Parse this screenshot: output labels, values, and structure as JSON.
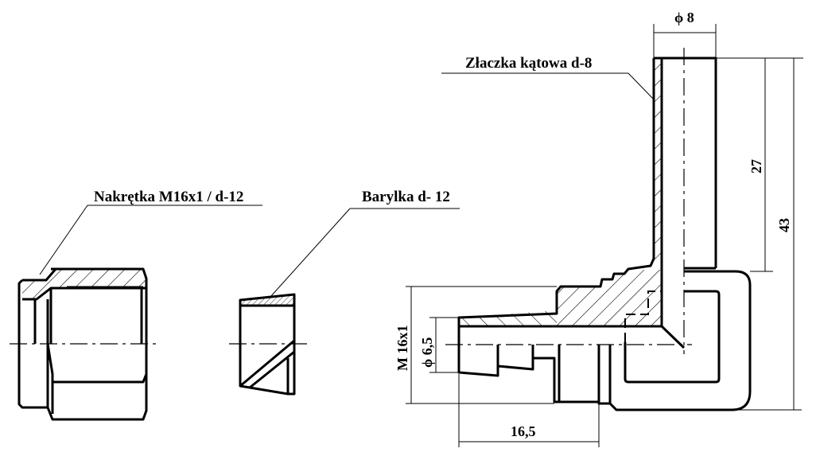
{
  "labels": {
    "nut": "Nakrętka M16x1 / d-12",
    "ferrule": "Barylka d- 12",
    "elbow": "Złaczka kątowa d-8"
  },
  "dimensions": {
    "tube_diameter": "ϕ 8",
    "upper_length": "27",
    "total_height": "43",
    "thread": "M 16x1",
    "bore_diameter": "ϕ 6,5",
    "spigot_length": "16,5"
  },
  "colors": {
    "line": "#000000",
    "background": "#ffffff"
  }
}
